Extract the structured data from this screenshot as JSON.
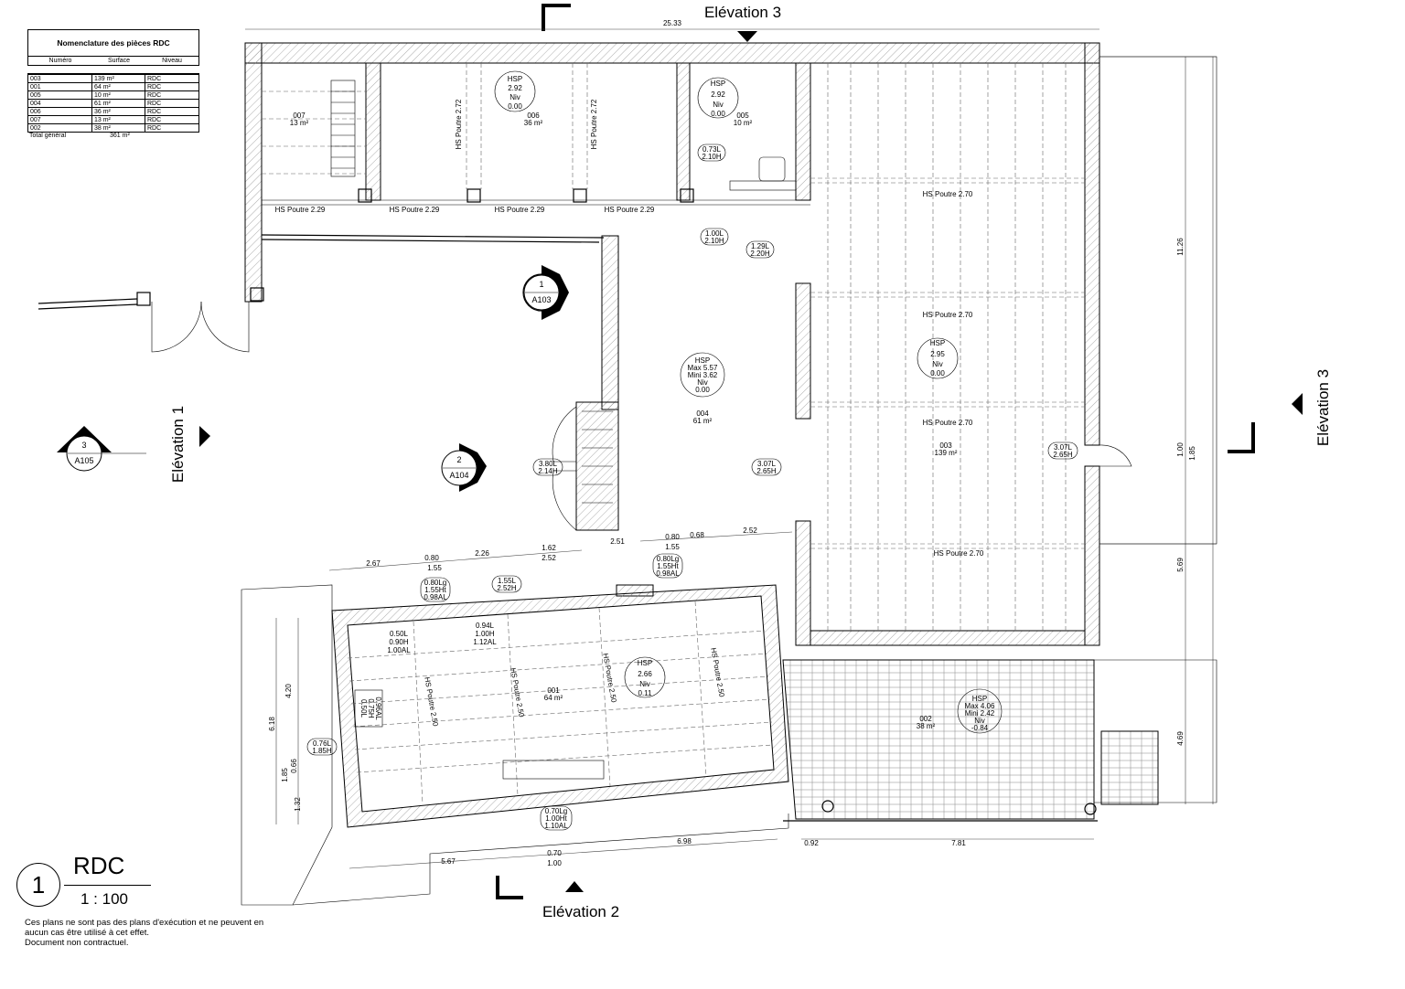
{
  "table": {
    "title": "Nomenclature des pièces RDC",
    "headers": [
      "Numéro",
      "Surface",
      "Niveau"
    ],
    "rows": [
      [
        "003",
        "139 m²",
        "RDC"
      ],
      [
        "001",
        "64 m²",
        "RDC"
      ],
      [
        "005",
        "10 m²",
        "RDC"
      ],
      [
        "004",
        "61 m²",
        "RDC"
      ],
      [
        "006",
        "36 m²",
        "RDC"
      ],
      [
        "007",
        "13 m²",
        "RDC"
      ],
      [
        "002",
        "38 m²",
        "RDC"
      ]
    ],
    "total_label": "Total général",
    "total_value": "361 m²"
  },
  "elevations": {
    "top": "Elévation 3",
    "right": "Elévation 3",
    "left": "Elévation 1",
    "bottom": "Elévation 2"
  },
  "section_markers": [
    {
      "num": "1",
      "sheet": "A103"
    },
    {
      "num": "2",
      "sheet": "A104"
    },
    {
      "num": "3",
      "sheet": "A105"
    }
  ],
  "rooms": {
    "r007": {
      "num": "007",
      "area": "13 m²"
    },
    "r006": {
      "num": "006",
      "area": "36 m²"
    },
    "r005": {
      "num": "005",
      "area": "10 m²"
    },
    "r004": {
      "num": "004",
      "area": "61 m²"
    },
    "r003": {
      "num": "003",
      "area": "139 m²"
    },
    "r001": {
      "num": "001",
      "area": "64 m²"
    },
    "r002": {
      "num": "002",
      "area": "38 m²"
    }
  },
  "hsp": {
    "h006": [
      "HSP",
      "2.92",
      "Niv",
      "0.00"
    ],
    "h005": [
      "HSP",
      "2.92",
      "Niv",
      "0.00"
    ],
    "h004": [
      "HSP",
      "Max 5.57",
      "Mini 3.62",
      "Niv",
      "0.00"
    ],
    "h003": [
      "HSP",
      "2.95",
      "Niv",
      "0.00"
    ],
    "h001": [
      "HSP",
      "2.66",
      "Niv",
      "0.11"
    ],
    "h002": [
      "HSP",
      "Max 4.06",
      "Mini 2.42",
      "Niv",
      "-0.84"
    ]
  },
  "beam_labels": {
    "top_row": [
      "HS Poutre  2.29",
      "HS Poutre  2.29",
      "HS Poutre  2.29",
      "HS Poutre  2.29"
    ],
    "vertical_006": [
      "HS Poutre  2.72",
      "HS Poutre  2.72"
    ],
    "right_block": [
      "HS Poutre  2.70",
      "HS Poutre  2.70",
      "HS Poutre  2.70",
      "HS Poutre  2.70"
    ],
    "block_001": [
      "HS Poutre  2.50",
      "HS Poutre  2.50",
      "HS Poutre  2.50",
      "HS Poutre  2.50"
    ]
  },
  "openings": {
    "o1": [
      "0.73L",
      "2.10H"
    ],
    "o2": [
      "1.00L",
      "2.10H"
    ],
    "o3": [
      "1.29L",
      "2.20H"
    ],
    "o4": [
      "3.80L",
      "2.14H"
    ],
    "o5": [
      "3.07L",
      "2.65H"
    ],
    "o6": [
      "3.07L",
      "2.65H"
    ],
    "o7": [
      "0.80Lg",
      "1.55Ht",
      "0.98AL"
    ],
    "o8": [
      "1.55L",
      "2.52H"
    ],
    "o9": [
      "0.80Lg",
      "1.55Ht",
      "0.98AL"
    ],
    "o10": [
      "0.50L",
      "0.90H",
      "1.00AL"
    ],
    "o11": [
      "0.94L",
      "1.00H",
      "1.12AL"
    ],
    "o12": [
      "0.76L",
      "1.85H"
    ],
    "o13": [
      "0.70Lg",
      "1.00Ht",
      "1.10AL"
    ],
    "o14": [
      "0.50L",
      "0.75H",
      "0.96AL"
    ]
  },
  "dimensions": {
    "top": "25.33",
    "right_a": "11.26",
    "right_b": "1.00",
    "right_c": "1.85",
    "right_d": "5.69",
    "right_e": "4.69",
    "mid_a": "0.80",
    "mid_b": "0.68",
    "mid_c": "2.52",
    "mid_d": "1.55",
    "mid_e": "2.51",
    "row_a": "2.67",
    "row_b": "0.80",
    "row_c": "2.26",
    "row_d": "1.62",
    "row_e": "1.55",
    "row_f": "2.52",
    "left_a": "4.20",
    "left_b": "6.18",
    "left_c": "0.66",
    "left_d": "1.85",
    "left_e": "1.32",
    "bot_a": "5.67",
    "bot_b": "0.70",
    "bot_c": "1.00",
    "bot_d": "6.98",
    "bot_e": "0.92",
    "bot_f": "7.81"
  },
  "title_block": {
    "number": "1",
    "name": "RDC",
    "scale": "1 : 100"
  },
  "disclaimer": [
    "Ces plans ne sont pas des plans d'exécution et ne peuvent en",
    "aucun cas être utilisé à cet effet.",
    "Document non contractuel."
  ]
}
